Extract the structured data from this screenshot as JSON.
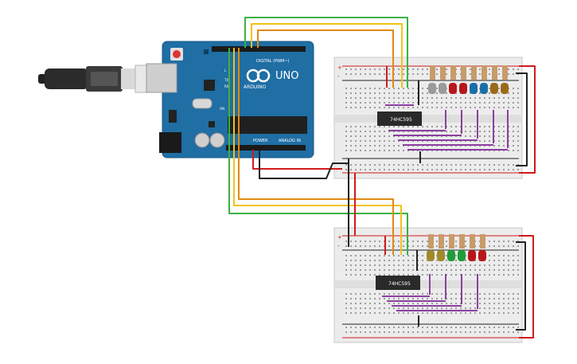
{
  "arduino": {
    "brand": "ARDUINO",
    "model": "UNO",
    "digital_label": "DIGITAL (PWM~)",
    "power_label": "POWER",
    "analog_label": "ANALOG IN",
    "tx_label": "TX",
    "rx_label": "RX",
    "l_label": "L",
    "on_label": "ON"
  },
  "breadboards": [
    {
      "chip_label": "74HC595",
      "led_colors": [
        "#9a9a9a",
        "#9a9a9a",
        "#b8161b",
        "#b8161b",
        "#1a6fa8",
        "#1a6fa8",
        "#9a6a1a",
        "#9a6a1a"
      ]
    },
    {
      "chip_label": "74HC595",
      "led_colors": [
        "#a08a2a",
        "#a08a2a",
        "#1e9e3a",
        "#1e9e3a",
        "#b8161b",
        "#b8161b"
      ]
    }
  ],
  "rail_signs": {
    "plus": "+",
    "minus": "-"
  },
  "colors": {
    "board_blue": "#1f6ea4",
    "wire_red": "#d11a1a",
    "wire_black": "#222222",
    "wire_green": "#3cb045",
    "wire_yellow": "#f0c419",
    "wire_orange": "#e08a12",
    "wire_purple": "#8b3fa0"
  }
}
